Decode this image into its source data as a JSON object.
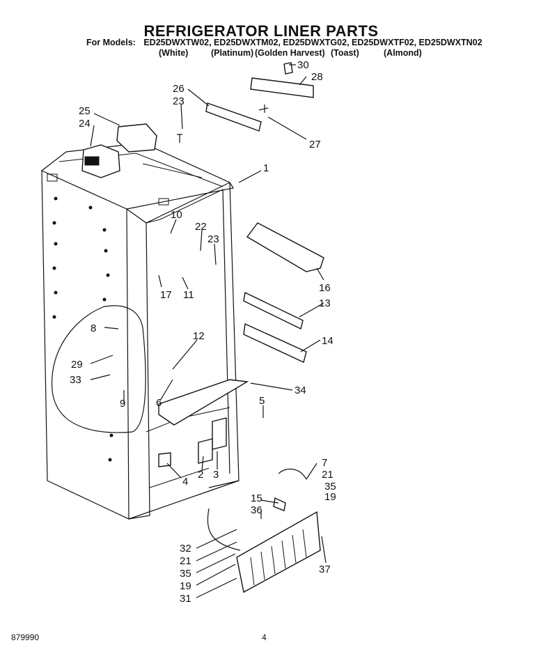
{
  "header": {
    "title": "REFRIGERATOR LINER PARTS",
    "for_models_label": "For Models:",
    "models": "ED25DWXTW02, ED25DWXTM02, ED25DWXTG02, ED25DWXTF02, ED25DWXTN02",
    "colors": [
      "(White)",
      "(Platinum)",
      "(Golden Harvest)",
      "(Toast)",
      "(Almond)"
    ]
  },
  "callouts": {
    "c30": "30",
    "c28": "28",
    "c26": "26",
    "c23a": "23",
    "c25": "25",
    "c24": "24",
    "c27": "27",
    "c1": "1",
    "c10": "10",
    "c22": "22",
    "c23b": "23",
    "c17": "17",
    "c11": "11",
    "c16": "16",
    "c13": "13",
    "c14": "14",
    "c8": "8",
    "c29": "29",
    "c33": "33",
    "c9": "9",
    "c12": "12",
    "c6": "6",
    "c34": "34",
    "c5": "5",
    "c4": "4",
    "c2": "2",
    "c3": "3",
    "c7": "7",
    "c21a": "21",
    "c35a": "35",
    "c19a": "19",
    "c15": "15",
    "c36": "36",
    "c32": "32",
    "c21b": "21",
    "c35b": "35",
    "c19b": "19",
    "c31": "31",
    "c37": "37"
  },
  "footer": {
    "part_number": "879990",
    "page_number": "4"
  }
}
